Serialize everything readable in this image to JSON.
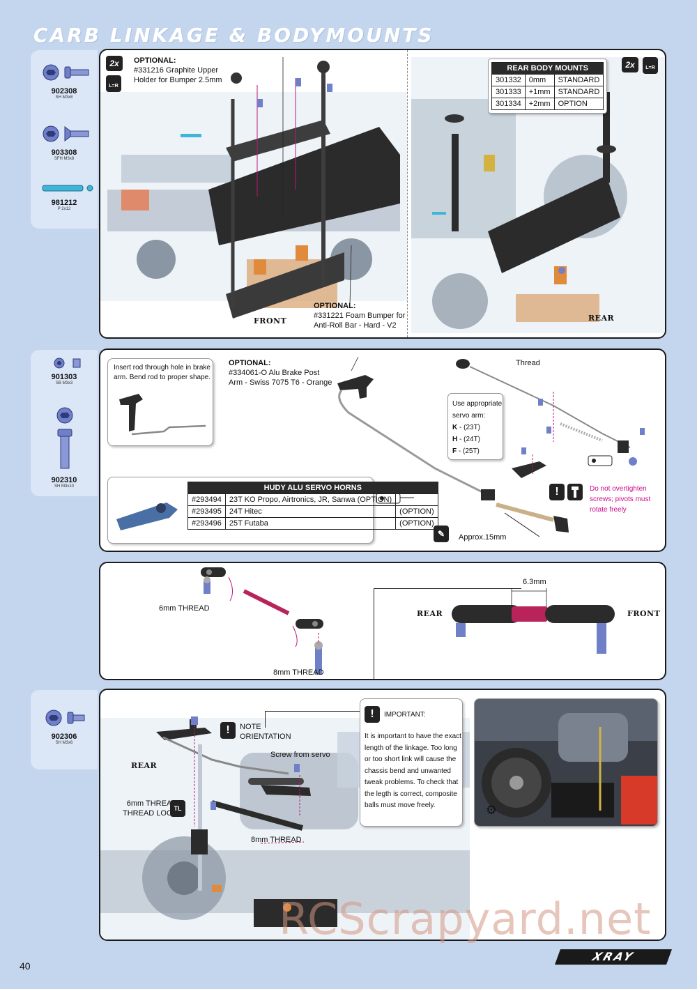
{
  "title": "CARB LINKAGE & BODYMOUNTS",
  "page_number": "40",
  "brand": "XRAY",
  "watermark": "RCScrapyard.net",
  "parts": {
    "p902308": {
      "num": "902308",
      "sub": "SH M3x8"
    },
    "p903308": {
      "num": "903308",
      "sub": "SFH M3x8"
    },
    "p981212": {
      "num": "981212",
      "sub": "P 2x12"
    },
    "p901303": {
      "num": "901303",
      "sub": "SB M3x3"
    },
    "p902310": {
      "num": "902310",
      "sub": "SH M3x10"
    },
    "p902306": {
      "num": "902306",
      "sub": "SH M3x6"
    }
  },
  "step1": {
    "tag_2x": "2x",
    "tag_lr": "L=R",
    "opt1_head": "OPTIONAL:",
    "opt1_l1": "#331216 Graphite Upper",
    "opt1_l2": "Holder for Bumper 2.5mm",
    "opt2_head": "OPTIONAL:",
    "opt2_l1": "#331221 Foam Bumper for",
    "opt2_l2": "Anti-Roll Bar - Hard - V2",
    "front": "FRONT",
    "rear": "REAR",
    "table": {
      "title": "REAR BODY MOUNTS",
      "rows": [
        {
          "part": "301332",
          "size": "0mm",
          "status": "STANDARD"
        },
        {
          "part": "301333",
          "size": "+1mm",
          "status": "STANDARD"
        },
        {
          "part": "301334",
          "size": "+2mm",
          "status": "OPTION"
        }
      ]
    }
  },
  "step2": {
    "insert_l1": "Insert rod through hole in brake",
    "insert_l2": "arm.  Bend rod to proper shape.",
    "opt_head": "OPTIONAL:",
    "opt_l1": "#334061-O Alu Brake Post",
    "opt_l2": "Arm - Swiss 7075 T6 - Orange",
    "thread": "Thread",
    "servo_l1": "Use appropriate",
    "servo_l2": "servo arm:",
    "servo_k_key": "K",
    "servo_k_val": " - (23T)",
    "servo_h_key": "H",
    "servo_h_val": " - (24T)",
    "servo_f_key": "F",
    "servo_f_val": " - (25T)",
    "warn_l1": "Do not overtighten",
    "warn_l2": "screws; pivots must",
    "warn_l3": "rotate freely",
    "approx": "Approx.15mm",
    "horns": {
      "title": "HUDY ALU SERVO HORNS",
      "rows": [
        {
          "part": "#293494",
          "desc": "23T KO Propo, Airtronics, JR, Sanwa (OPTION)",
          "tag": ""
        },
        {
          "part": "#293495",
          "desc": "24T Hitec",
          "tag": "(OPTION)"
        },
        {
          "part": "#293496",
          "desc": "25T Futaba",
          "tag": "(OPTION)"
        }
      ]
    }
  },
  "step3": {
    "six_thread": "6mm THREAD",
    "eight_thread": "8mm THREAD",
    "dim": "6.3mm",
    "rear": "REAR",
    "front": "FRONT"
  },
  "step4": {
    "rear": "REAR",
    "note_l1": "NOTE",
    "note_l2": "ORIENTATION",
    "screw_from_servo": "Screw from servo",
    "six_thread": "6mm THREAD",
    "thread_lock": "THREAD LOCK",
    "tl": "TL",
    "eight_thread": "8mm THREAD",
    "important_head": "IMPORTANT:",
    "important_text": [
      "It is important to have the exact",
      "length of the linkage. Too long",
      "or too short link will cause the",
      "chassis bend and unwanted",
      "tweak problems. To check that",
      "the legth is correct, composite",
      "balls must move freely."
    ]
  },
  "colors": {
    "page_bg": "#c4d5ee",
    "parts_bg": "#dbe6f6",
    "accent_magenta": "#cc0a8a",
    "hardware_blue": "#6f7fc8",
    "orange": "#e08a3c"
  }
}
